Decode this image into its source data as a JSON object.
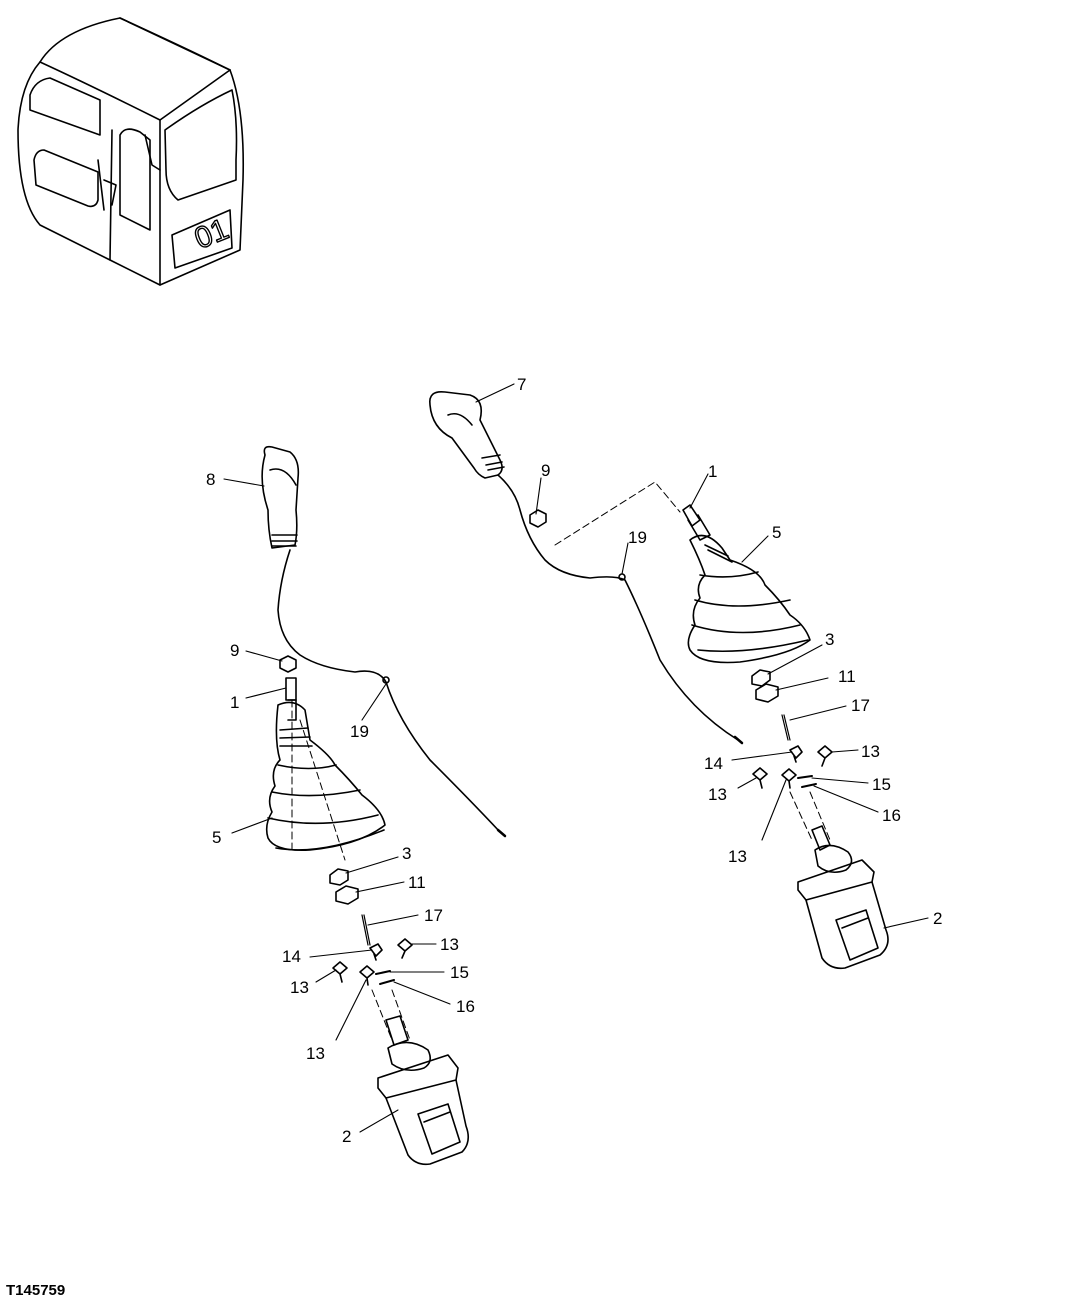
{
  "figure_id": "T145759",
  "cab_window_number": "01",
  "line_color": "#000000",
  "background_color": "#ffffff",
  "callouts": {
    "right_handle": "7",
    "left_handle": "8",
    "right_nut_9": "9",
    "left_nut_9": "9",
    "right_lever_1": "1",
    "left_lever_1": "1",
    "right_clamp_19": "19",
    "left_clamp_19": "19",
    "right_boot_5": "5",
    "left_boot_5": "5",
    "right_nut_3": "3",
    "left_nut_3": "3",
    "right_nut_11": "11",
    "left_nut_11": "11",
    "right_stud_17": "17",
    "left_stud_17": "17",
    "right_bolt_14": "14",
    "left_bolt_14": "14",
    "right_bolt_13_a": "13",
    "right_bolt_13_b": "13",
    "right_bolt_13_c": "13",
    "left_bolt_13_a": "13",
    "left_bolt_13_b": "13",
    "left_bolt_13_c": "13",
    "right_washer_15": "15",
    "left_washer_15": "15",
    "right_washer_16": "16",
    "left_washer_16": "16",
    "right_valve_2": "2",
    "left_valve_2": "2"
  }
}
